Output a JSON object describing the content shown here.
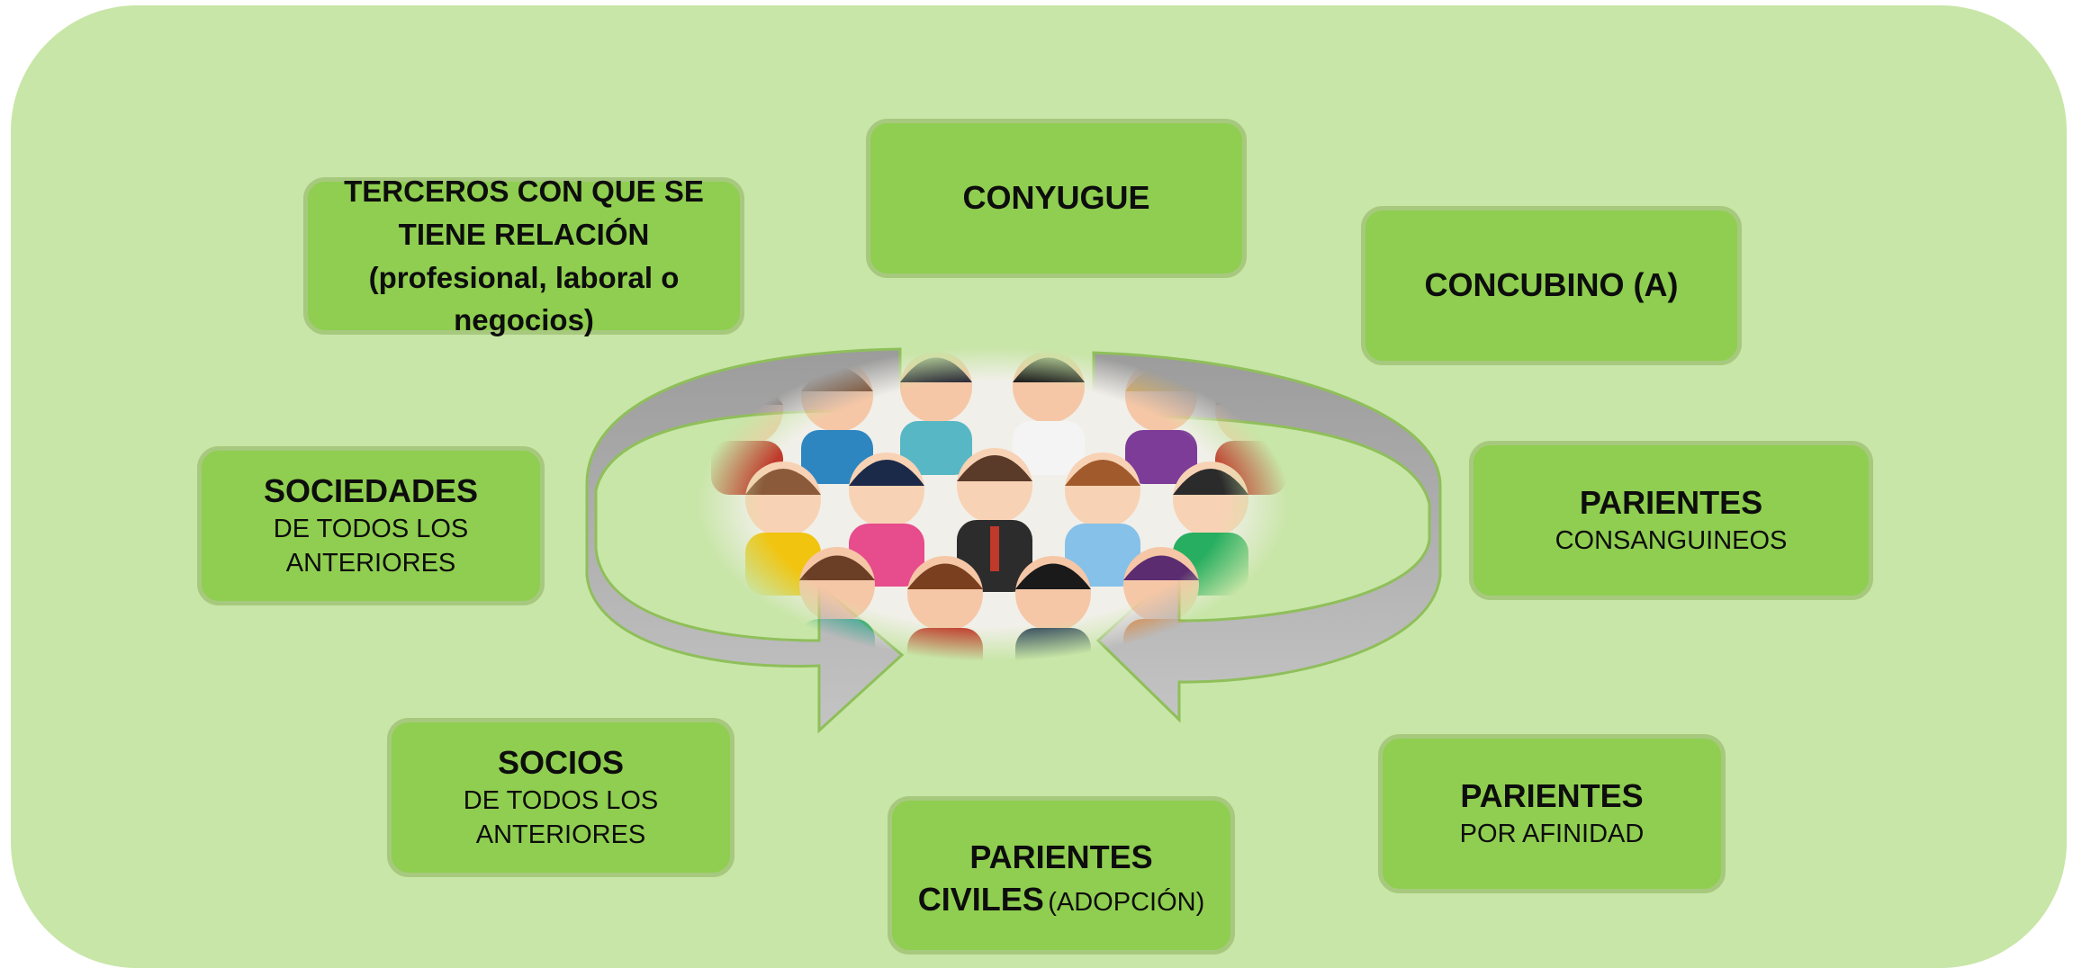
{
  "diagram": {
    "boxes": {
      "terceros": {
        "line1": "TERCEROS CON QUE SE",
        "line2": "TIENE RELACIÓN",
        "line3": "(profesional, laboral o",
        "line4": "negocios)"
      },
      "conyugue": {
        "title": "CONYUGUE"
      },
      "concubino": {
        "title": "CONCUBINO (A)"
      },
      "sociedades": {
        "title": "SOCIEDADES",
        "line1": "DE TODOS LOS",
        "line2": "ANTERIORES"
      },
      "consanguineos": {
        "title": "PARIENTES",
        "subtitle": "CONSANGUINEOS"
      },
      "socios": {
        "title": "SOCIOS",
        "line1": "DE TODOS LOS",
        "line2": "ANTERIORES"
      },
      "civiles": {
        "line1": "PARIENTES",
        "line2_bold": "CIVILES",
        "line2_small": "(ADOPCIÓN)"
      },
      "afinidad": {
        "title": "PARIENTES",
        "subtitle": "POR AFINIDAD"
      }
    },
    "center_image": "crowd-of-people-illustration",
    "colors": {
      "background": "#c8e6a7",
      "box_fill": "#8fce50",
      "box_border": "#a7c97e",
      "arrow": "#b7b7b7"
    }
  }
}
